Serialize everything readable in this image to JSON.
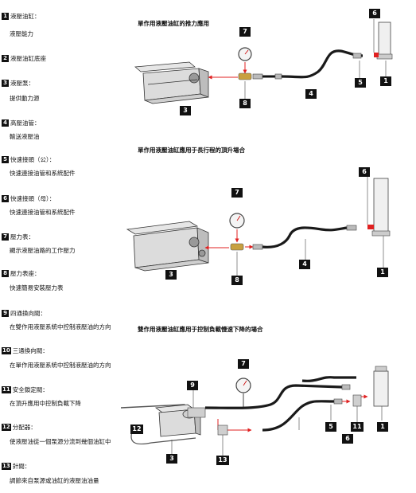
{
  "legend": [
    {
      "num": "1",
      "title": "液壓油缸：",
      "desc": "液壓能力"
    },
    {
      "num": "2",
      "title": "液壓油缸底座",
      "desc": ""
    },
    {
      "num": "3",
      "title": "液壓泵：",
      "desc": "提供動力源"
    },
    {
      "num": "4",
      "title": "高壓油管：",
      "desc": "輸送液壓油"
    },
    {
      "num": "5",
      "title": "快速接頭（公）：",
      "desc": "快速連接油管和系統配件"
    },
    {
      "num": "6",
      "title": "快速接頭（母）：",
      "desc": "快速連接油管和系統配件"
    },
    {
      "num": "7",
      "title": "壓力表：",
      "desc": "顯示液壓油路的工作壓力"
    },
    {
      "num": "8",
      "title": "壓力表座：",
      "desc": "快速簡易安裝壓力表"
    },
    {
      "num": "9",
      "title": "四通換向閥：",
      "desc": "在雙作用液壓系統中控制液壓油的方向"
    },
    {
      "num": "10",
      "title": "三通換向閥：",
      "desc": "在單作用液壓系統中控制液壓油的方向"
    },
    {
      "num": "11",
      "title": "安全鎖定閥：",
      "desc": "在頂升應用中控制負載下降"
    },
    {
      "num": "12",
      "title": "分配器：",
      "desc": "使液壓油從一個泵源分流到幾個油缸中"
    },
    {
      "num": "13",
      "title": "針閥：",
      "desc": "調節來自泵源或油缸的液壓油油量"
    }
  ],
  "diagrams": [
    {
      "title": "單作用液壓油缸的推力應用",
      "callouts": [
        "7",
        "6",
        "5",
        "1",
        "4",
        "8",
        "3"
      ]
    },
    {
      "title": "單作用液壓油缸應用于長行程的頂升場合",
      "callouts": [
        "6",
        "7",
        "4",
        "1",
        "3",
        "8"
      ]
    },
    {
      "title": "雙作用液壓油缸應用于控制負載慢速下降的場合",
      "callouts": [
        "7",
        "9",
        "5",
        "11",
        "1",
        "12",
        "6",
        "3",
        "13"
      ]
    }
  ],
  "colors": {
    "hose": "#1a1a1a",
    "line": "#e02020",
    "ink": "#111111",
    "body": "#d8d8d8"
  }
}
